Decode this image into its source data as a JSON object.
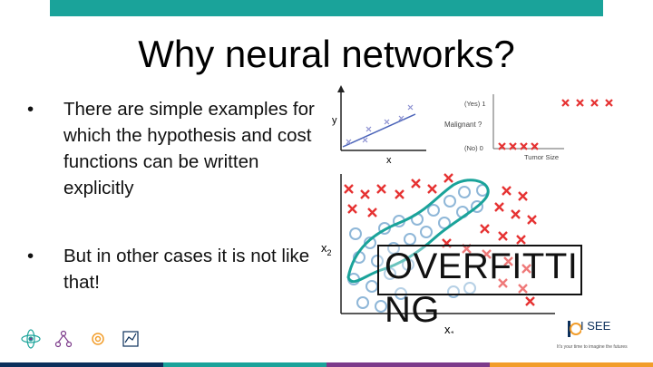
{
  "slide": {
    "title": "Why neural networks?",
    "bullets": [
      "There are simple examples for which the hypothesis and cost functions can be written explicitly",
      "But in other cases it is not like that!"
    ],
    "bullet_symbol": "•",
    "overfitting_label": "OVERFITTI NG"
  },
  "figure_regression": {
    "ylabel": "y",
    "xlabel": "x"
  },
  "figure_classification": {
    "yes_label": "(Yes) 1",
    "question_label": "Malignant ?",
    "no_label": "(No) 0",
    "xlabel": "Tumor Size"
  },
  "figure_scatter": {
    "ylabel": "x",
    "ylabel_sub": "2",
    "xlabel": "x",
    "xlabel_sub": "1"
  },
  "footer": {
    "logo_text": "I SEE",
    "logo_tagline": "It's your time to imagine the futures",
    "icons": [
      "atom-icon",
      "network-icon",
      "gear-icon",
      "chart-icon"
    ]
  },
  "colors": {
    "accent": "#1aa39a",
    "cross": "#e63232",
    "circle": "#8fb7d8",
    "regression_marks": "#8a8fd0",
    "boundary": "#1aa39a"
  }
}
